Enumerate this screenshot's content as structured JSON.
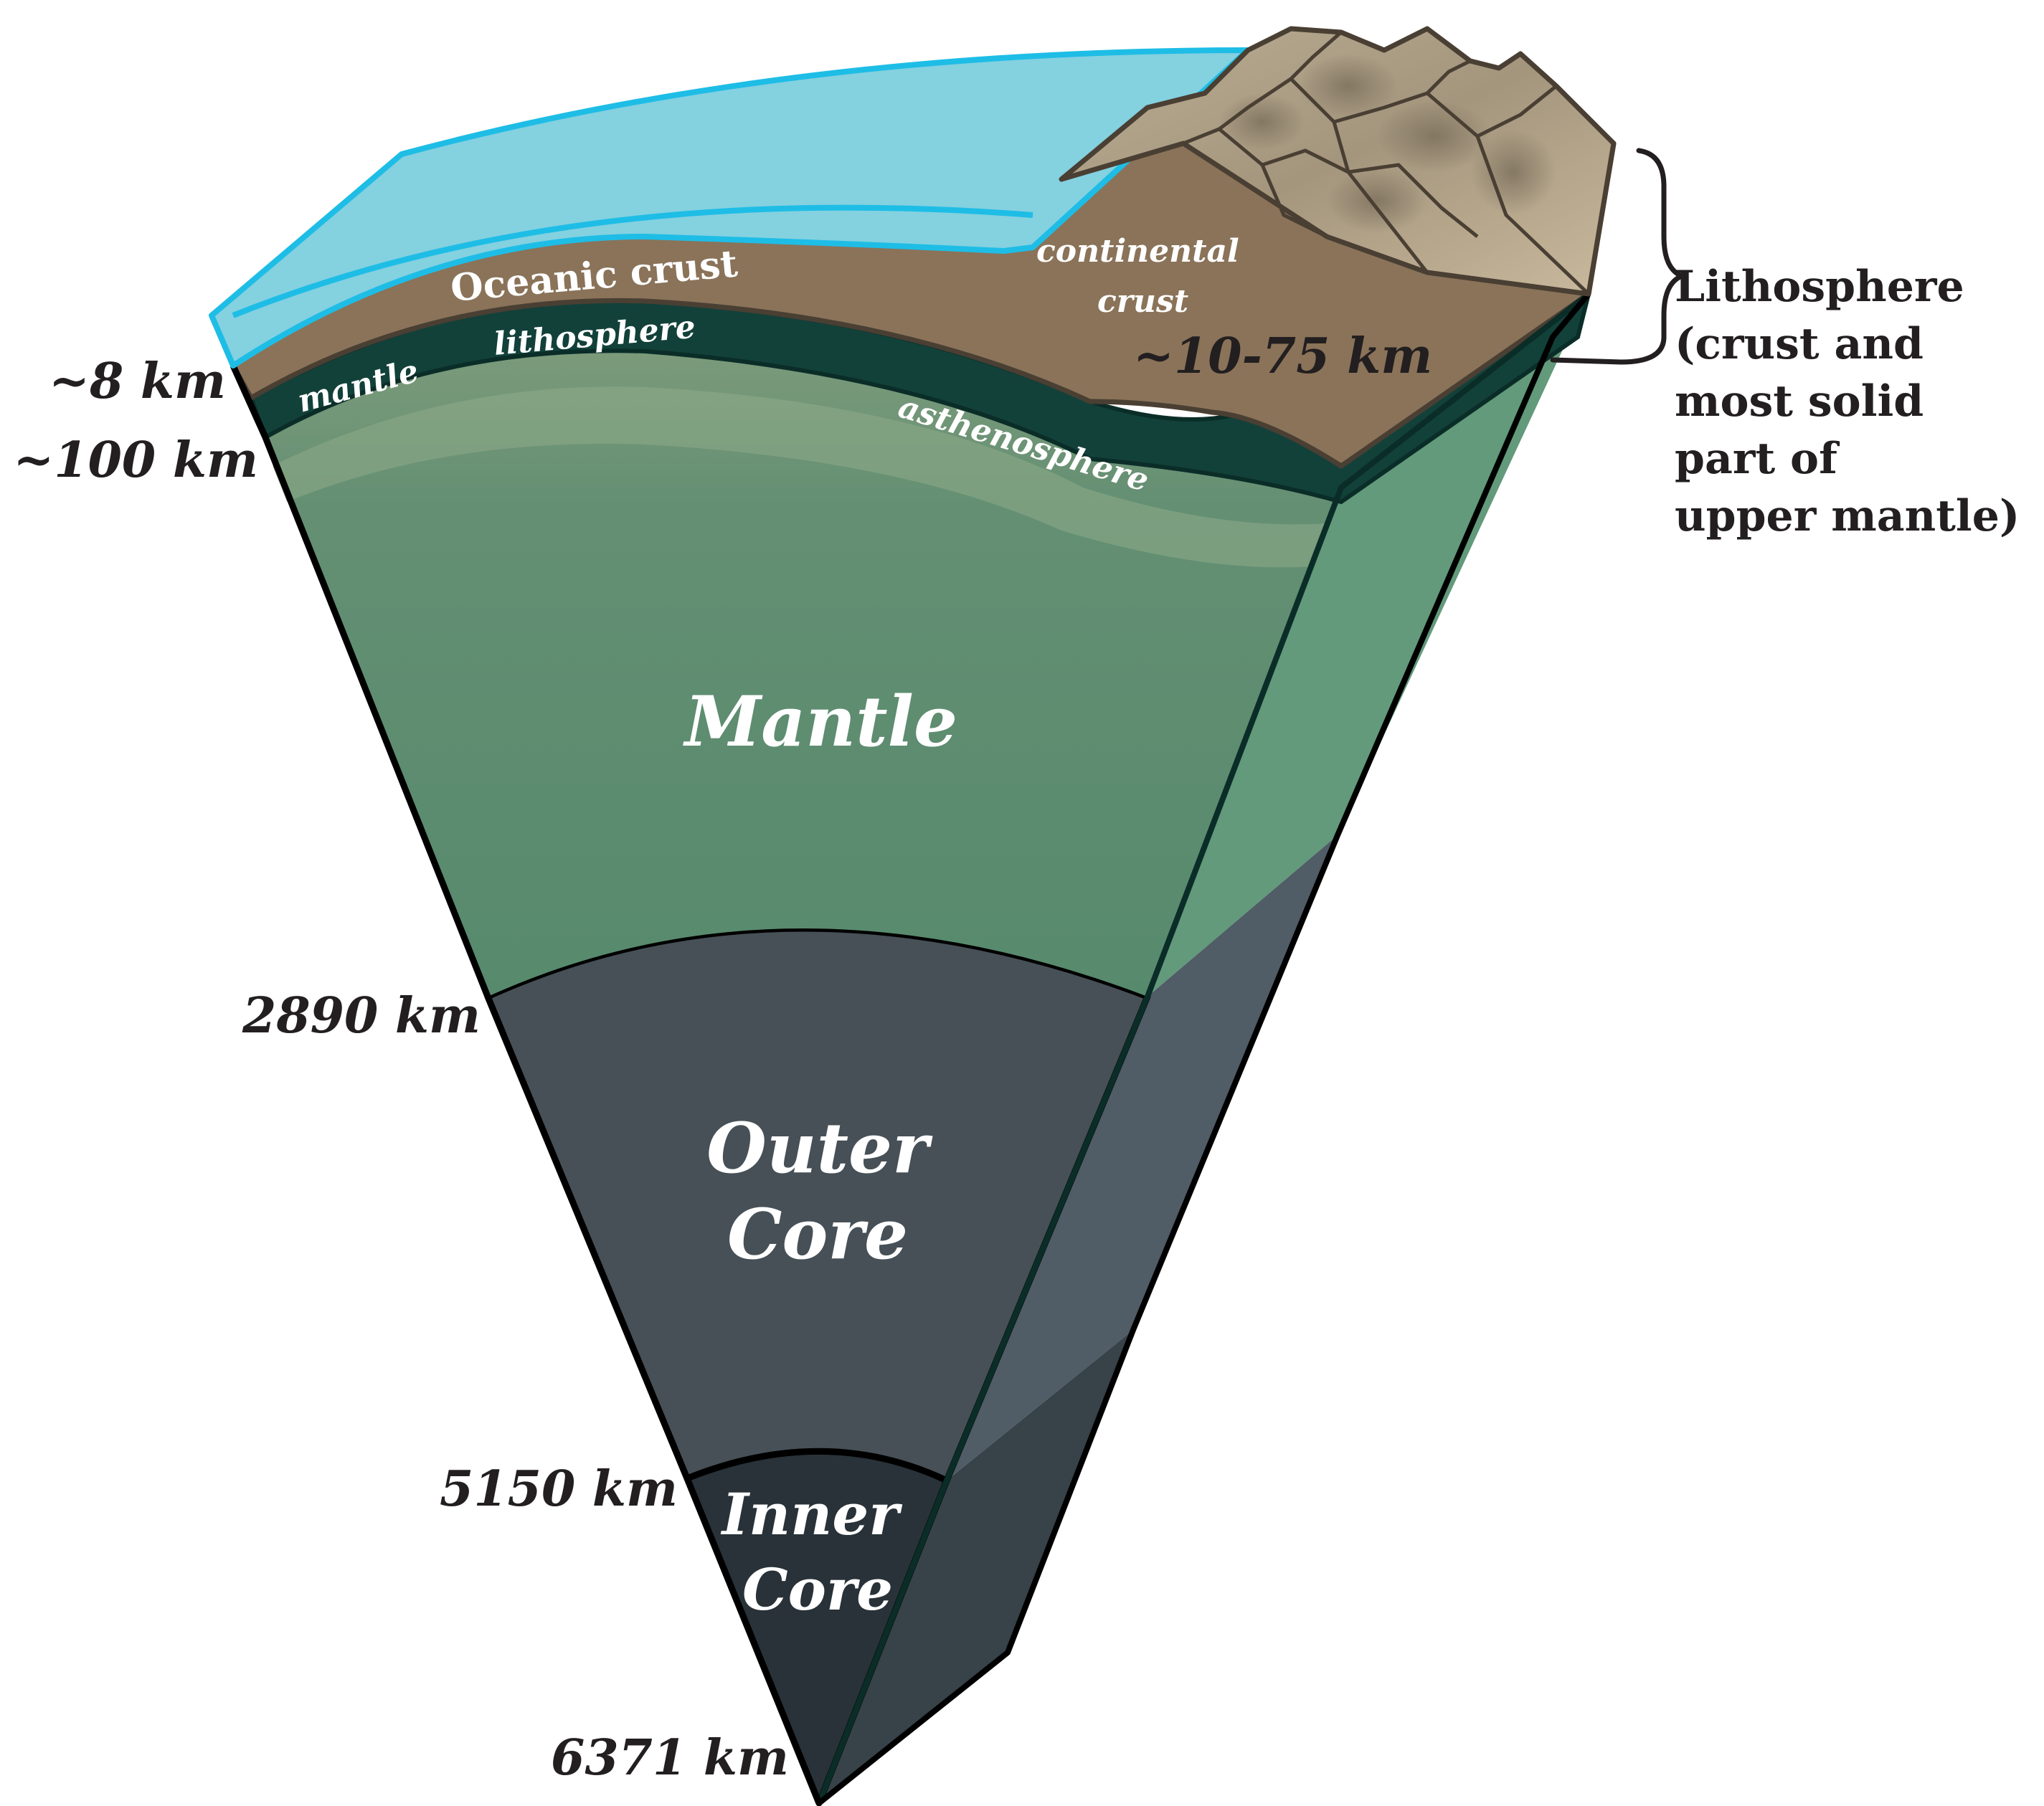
{
  "labels": {
    "oceanic_crust": "Oceanic crust",
    "mantle_lithosphere_1": "mantle",
    "mantle_lithosphere_2": "lithosphere",
    "asthenosphere": "asthenosphere",
    "continental_crust_1": "continental",
    "continental_crust_2": "crust",
    "continental_depth": "~10-75 km",
    "mantle": "Mantle",
    "outer_core_1": "Outer",
    "outer_core_2": "Core",
    "inner_core_1": "Inner",
    "inner_core_2": "Core"
  },
  "depths": {
    "ocean_crust": "~8 km",
    "lithosphere_base": "~100 km",
    "mantle_base": "2890 km",
    "outer_core_base": "5150 km",
    "center": "6371 km"
  },
  "lithosphere_note": [
    "Lithosphere",
    "(crust and",
    "most solid",
    "part of",
    "upper mantle)"
  ],
  "colors": {
    "ocean": "#84d1e0",
    "ocean_edge": "#1ebde6",
    "crust": "#8a7359",
    "mantle_lithosphere": "#12413a",
    "asthenosphere": "#7c9b7b",
    "mantle": "#5b8d70",
    "outer_core": "#465056",
    "inner_core": "#283238"
  }
}
